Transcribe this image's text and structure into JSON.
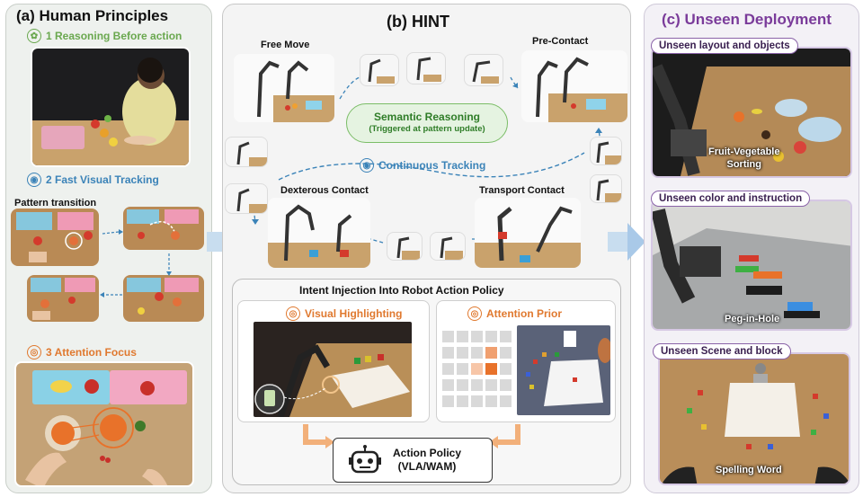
{
  "panel_a": {
    "title": "(a) Human Principles",
    "step1": "1 Reasoning Before action",
    "step2": "2 Fast Visual Tracking",
    "step3": "3 Attention Focus",
    "pattern_label": "Pattern transition"
  },
  "panel_b": {
    "title": "(b) HINT",
    "free_move": "Free Move",
    "pre_contact": "Pre-Contact",
    "dexterous_contact": "Dexterous Contact",
    "transport_contact": "Transport Contact",
    "semantic_title": "Semantic Reasoning",
    "semantic_sub": "(Triggered at pattern update)",
    "tracking": "Continuous Tracking",
    "intent_title": "Intent Injection Into Robot Action Policy",
    "visual_highlighting": "Visual Highlighting",
    "attention_prior": "Attention Prior",
    "policy_line1": "Action Policy",
    "policy_line2": "(VLA/WAM)"
  },
  "panel_c": {
    "title": "(c) Unseen Deployment",
    "pill1": "Unseen layout and objects",
    "pill2": "Unseen color and instruction",
    "pill3": "Unseen Scene and block",
    "cap1_line1": "Fruit-Vegetable",
    "cap1_line2": "Sorting",
    "cap2": "Peg-in-Hole",
    "cap3": "Spelling Word"
  },
  "colors": {
    "green": "#6aa84f",
    "blue": "#3b83b8",
    "orange": "#e0792f",
    "purple": "#7a3b9a",
    "arrow_blue": "#a9c9e8"
  },
  "attention_grid": [
    [
      0,
      0,
      0,
      0,
      0
    ],
    [
      0,
      0,
      0,
      2,
      0
    ],
    [
      0,
      0,
      1,
      3,
      0
    ],
    [
      0,
      0,
      0,
      0,
      0
    ],
    [
      0,
      0,
      0,
      0,
      0
    ]
  ]
}
